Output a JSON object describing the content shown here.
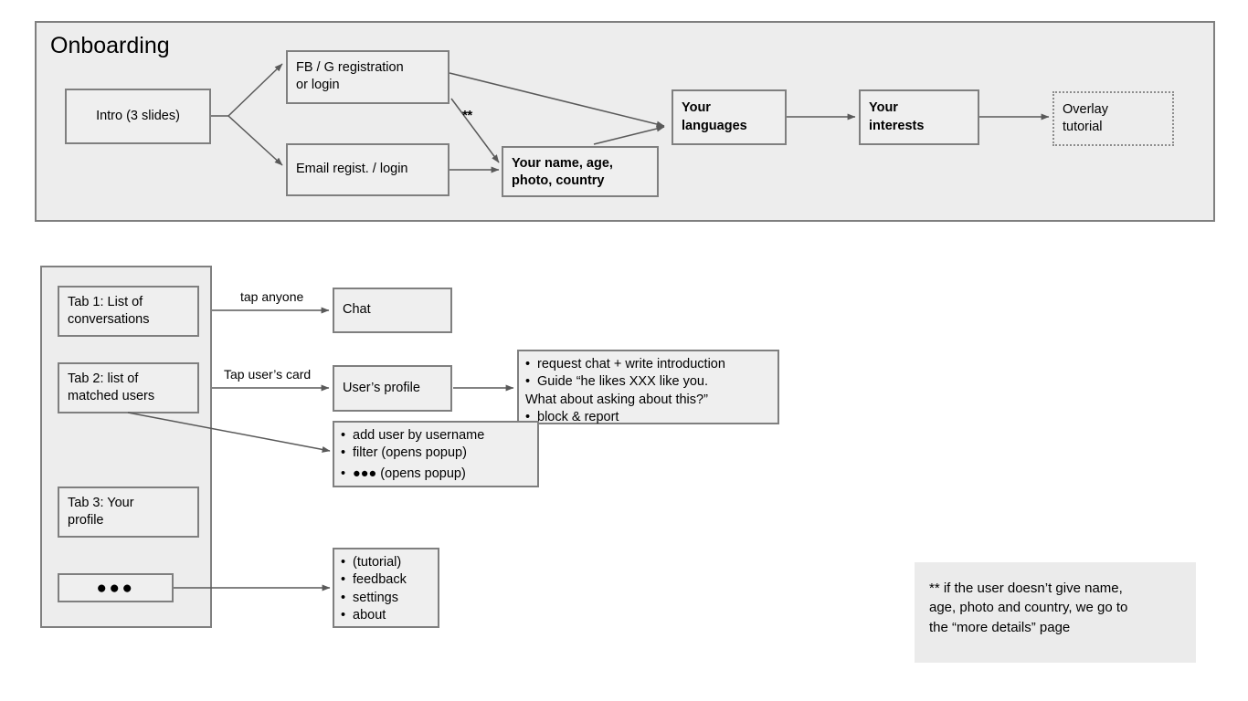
{
  "page": {
    "background": "#ffffff",
    "box_fill": "#efefef",
    "group_fill": "#ededed",
    "border_color": "#7f7f7f",
    "edge_color": "#595959",
    "note_fill": "#ebebeb"
  },
  "onboarding": {
    "title": "Onboarding",
    "nodes": {
      "intro": "Intro (3 slides)",
      "fb_g": "FB / G registration\nor login",
      "email": "Email regist. / login",
      "details": "Your name, age,\nphoto, country",
      "languages": "Your\nlanguages",
      "interests": "Your\ninterests",
      "overlay": "Overlay\ntutorial"
    },
    "markers": {
      "double_asterisk": "**"
    }
  },
  "tabs_section": {
    "tabs": [
      {
        "label": "Tab 1: List of\nconversations"
      },
      {
        "label": "Tab 2: list of\nmatched users"
      },
      {
        "label": "Tab 3: Your\nprofile"
      }
    ],
    "more_button": "●●●",
    "edge_labels": {
      "tap_anyone": "tap anyone",
      "tap_users_card": "Tap user’s card"
    },
    "chat": "Chat",
    "user_profile": "User’s profile",
    "profile_actions": {
      "items": [
        {
          "bullet": "•",
          "text": "request chat + write introduction"
        },
        {
          "bullet": "•",
          "text": "Guide “he likes XXX like you."
        },
        {
          "bullet": "",
          "text": "What about asking about this?”"
        },
        {
          "bullet": "•",
          "text": "block & report"
        }
      ]
    },
    "list_actions": {
      "items": [
        {
          "bullet": "•",
          "text": "add user by username"
        },
        {
          "bullet": "•",
          "text": "filter (opens popup)"
        },
        {
          "bullet": "•",
          "text": "●●●   (opens popup)"
        }
      ]
    },
    "more_menu": {
      "items": [
        {
          "bullet": "•",
          "text": "(tutorial)"
        },
        {
          "bullet": "•",
          "text": "feedback"
        },
        {
          "bullet": "•",
          "text": "settings"
        },
        {
          "bullet": "•",
          "text": "about"
        }
      ]
    }
  },
  "footnote": {
    "text": "** if the user doesn’t give name,\nage, photo and country, we go to\nthe “more details” page"
  }
}
